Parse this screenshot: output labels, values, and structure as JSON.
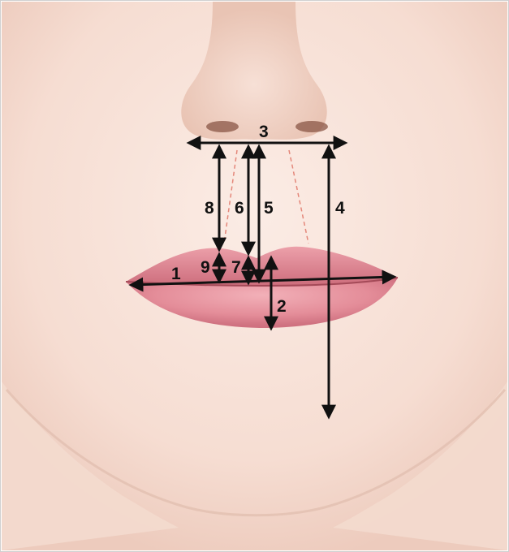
{
  "colors": {
    "skin_light": "#fae8e0",
    "skin_mid": "#f2d6ca",
    "skin_shadow": "#e8c2b2",
    "nostril": "#8a5545",
    "lip_upper": "#d27784",
    "lip_lower": "#e68e9a",
    "lip_line": "#a44a58",
    "guide_line": "#e4877a",
    "arrow": "#111111",
    "frame": "#cfcfcf"
  },
  "labels": {
    "m1": "1",
    "m2": "2",
    "m3": "3",
    "m4": "4",
    "m5": "5",
    "m6": "6",
    "m7": "7",
    "m8": "8",
    "m9": "9"
  }
}
